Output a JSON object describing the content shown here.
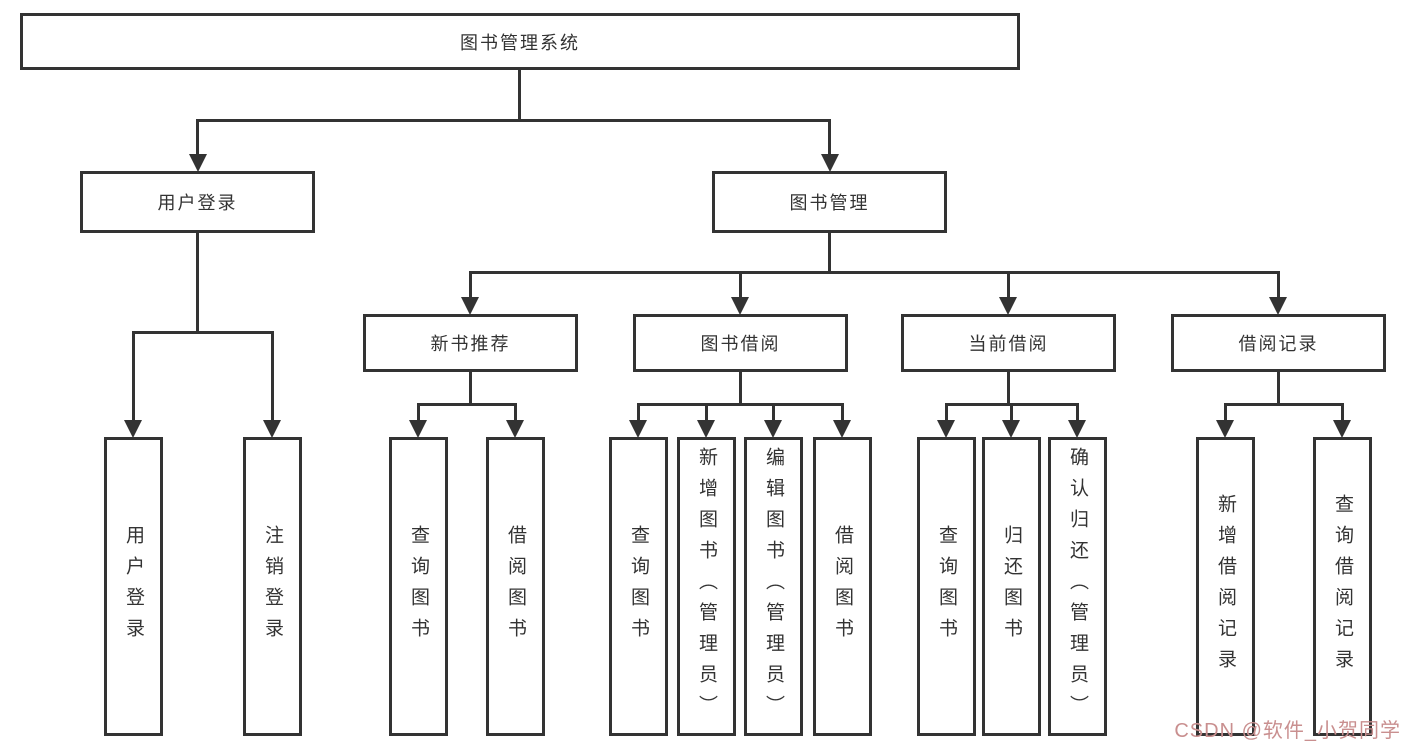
{
  "diagram": {
    "type": "hierarchy-tree",
    "title": "图书管理系统"
  },
  "tree": {
    "root": "图书管理系统",
    "level2": {
      "user_login": "用户登录",
      "book_mgmt": "图书管理"
    },
    "level3": {
      "new_book_rec": "新书推荐",
      "book_borrow": "图书借阅",
      "current_borrow": "当前借阅",
      "borrow_records": "借阅记录"
    },
    "leaves": {
      "user_login": [
        "用户登录",
        "注销登录"
      ],
      "new_book_rec": [
        "查询图书",
        "借阅图书"
      ],
      "book_borrow": [
        "查询图书",
        "新增图书（管理员）",
        "编辑图书（管理员）",
        "借阅图书"
      ],
      "current_borrow": [
        "查询图书",
        "归还图书",
        "确认归还（管理员）"
      ],
      "borrow_records": [
        "新增借阅记录",
        "查询借阅记录"
      ]
    },
    "edges": [
      {
        "from": "图书管理系统",
        "to": [
          "用户登录",
          "图书管理"
        ]
      },
      {
        "from": "用户登录",
        "to": [
          "用户登录",
          "注销登录"
        ]
      },
      {
        "from": "图书管理",
        "to": [
          "新书推荐",
          "图书借阅",
          "当前借阅",
          "借阅记录"
        ]
      },
      {
        "from": "新书推荐",
        "to": [
          "查询图书",
          "借阅图书"
        ]
      },
      {
        "from": "图书借阅",
        "to": [
          "查询图书",
          "新增图书（管理员）",
          "编辑图书（管理员）",
          "借阅图书"
        ]
      },
      {
        "from": "当前借阅",
        "to": [
          "查询图书",
          "归还图书",
          "确认归还（管理员）"
        ]
      },
      {
        "from": "借阅记录",
        "to": [
          "新增借阅记录",
          "查询借阅记录"
        ]
      }
    ]
  },
  "watermark": {
    "text": "CSDN @软件_小贺同学",
    "color": "#c98f8f"
  },
  "colors": {
    "line": "#333333",
    "text": "#333333",
    "background": "#ffffff"
  }
}
